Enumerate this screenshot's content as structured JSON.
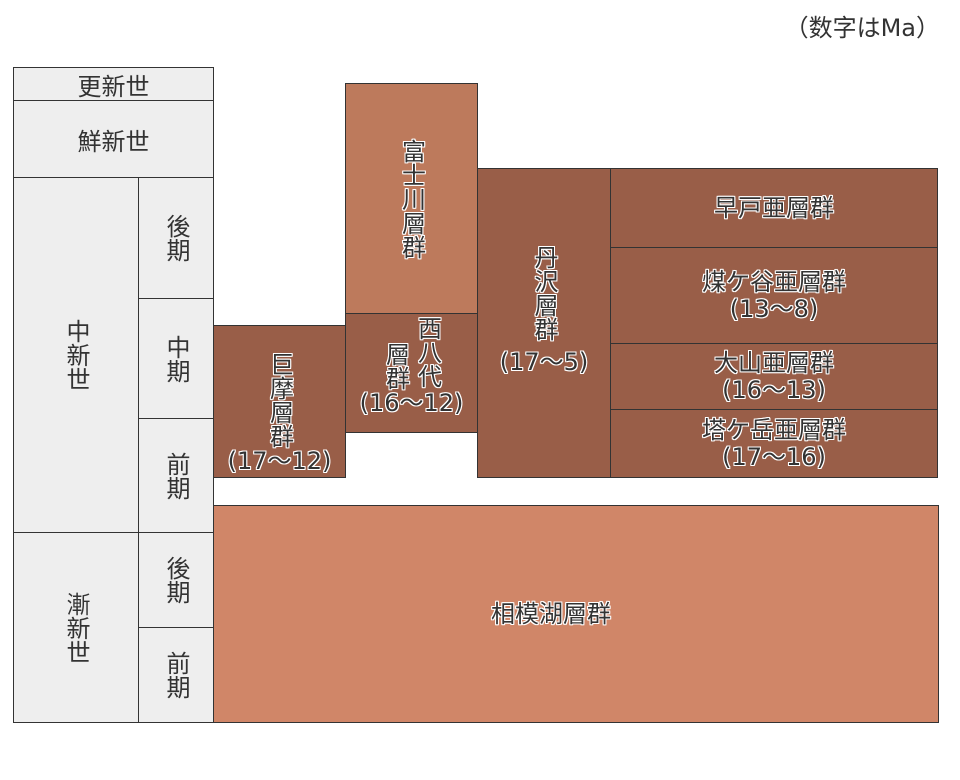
{
  "note": "（数字はMa）",
  "epochs": {
    "pleistocene": "更新世",
    "pliocene": "鮮新世",
    "miocene": "中新世",
    "oligocene": "漸新世"
  },
  "subdivisions": {
    "miocene_late": "後期",
    "miocene_middle": "中期",
    "miocene_early": "前期",
    "oligocene_late": "後期",
    "oligocene_early": "前期"
  },
  "groups": {
    "koma": {
      "name": "巨摩層群",
      "age": "(17〜12)"
    },
    "fujikawa": {
      "name": "富士川層群"
    },
    "nishiyatsushiro": {
      "name1": "西八代",
      "name2": "層群",
      "age": "(16〜12)"
    },
    "tanzawa": {
      "name": "丹沢層群",
      "age": "(17〜5)"
    },
    "hayato": {
      "name": "早戸亜層群"
    },
    "tokugadani": {
      "name": "煤ケ谷亜層群",
      "age": "(13〜8)"
    },
    "oyama": {
      "name": "大山亜層群",
      "age": "(16〜13)"
    },
    "tonogatake": {
      "name": "塔ケ岳亜層群",
      "age": "(17〜16)"
    },
    "sagamiko": {
      "name": "相模湖層群"
    }
  },
  "colors": {
    "dark": "#995e48",
    "fujikawa": "#bd7a5c",
    "sagamiko": "#d08668",
    "epoch": "#eeeeee"
  }
}
